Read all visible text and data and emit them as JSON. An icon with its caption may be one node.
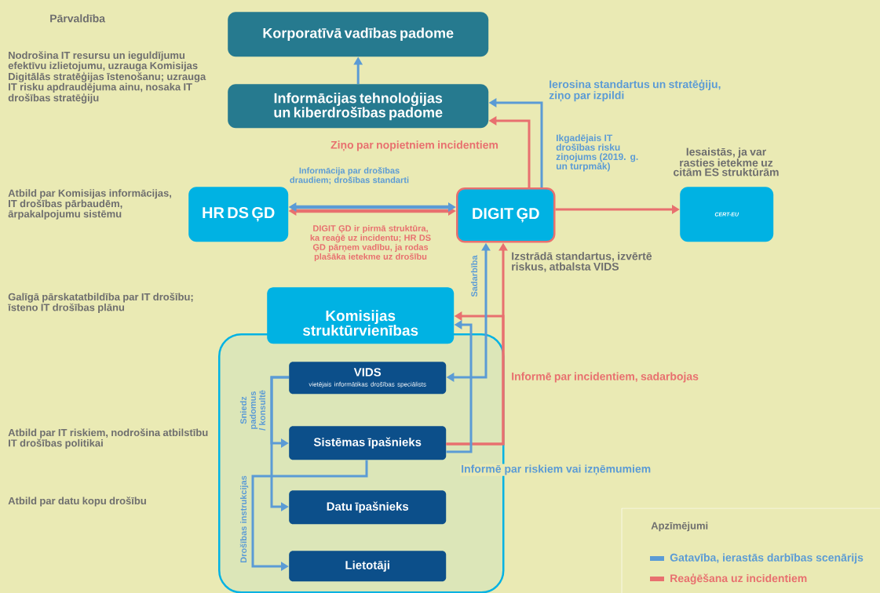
{
  "diagram": {
    "nodes": [
      {
        "text": [
          "Korporatīvā vadības padome"
        ]
      },
      {
        "text": [
          "Informācijas tehnoloģijas un kiberdrošības padome"
        ]
      },
      {
        "text": [
          "HR DS ĢD"
        ]
      },
      {
        "text": [
          "DIGIT ĢD"
        ]
      },
      {
        "text": [
          "CERT-EU"
        ],
        "beside": [
          "Iesaistās, ja var rasties ietekme uz citām ES struktūrām"
        ]
      },
      {
        "text": [
          "Komisijas struktūrvienības"
        ]
      },
      {
        "text": [],
        "shape": "box"
      },
      {
        "text": [
          "VIDS",
          "vietējais informātikas drošības speciālists"
        ],
        "in": 6
      },
      {
        "text": [
          "Sistēmas īpašnieks"
        ],
        "in": 6
      },
      {
        "text": [
          "Datu īpašnieks"
        ],
        "in": 6
      },
      {
        "text": [
          "Lietotāji"
        ],
        "in": 6
      }
    ],
    "edges": [
      {
        "from": 1,
        "to": 0,
        "arrow": "to"
      },
      {
        "from": 3,
        "to": 1,
        "arrow": "to",
        "label": "Ierosina standartus un stratēģiju, ziņo par izpildi"
      },
      {
        "from": 3,
        "to": 1,
        "arrow": "to",
        "label": "Ziņo par nopietniem incidentiem",
        "color": "#e8706f"
      },
      {
        "from": 2,
        "to": 3,
        "arrow": "both",
        "label": "Informācija par drošības draudiem; drošības standarti"
      },
      {
        "from": 2,
        "to": 3,
        "arrow": "both",
        "label": "DIGIT ĢD ir pirmā struktūra, ka reaģē uz incidentu; HR DS ĢD pārņem vadību, ja rodas plašāka ietekme uz drošību",
        "color": "#e8706f"
      },
      {
        "from": 3,
        "to": 4,
        "arrow": "to",
        "color": "#e8706f"
      },
      {
        "from": 8,
        "to": 3,
        "arrow": "to",
        "label": "Informē par incidentiem, sadarbojas",
        "color": "#e8706f"
      },
      {
        "from": 8,
        "to": 5,
        "arrow": "to",
        "color": "#e8706f"
      },
      {
        "from": 7,
        "to": 3,
        "arrow": "both",
        "label": "Sadarbība"
      },
      {
        "from": 8,
        "to": 5,
        "arrow": "to",
        "label": "Informē par riskiem vai izņēmumiem"
      },
      {
        "from": 7,
        "to": 8,
        "arrow": "to",
        "label": "Sniedz padomus / konsultē"
      },
      {
        "from": 7,
        "to": 9,
        "arrow": "to"
      },
      {
        "from": 8,
        "to": 10,
        "arrow": "to",
        "label": "Drošības instrukcijas"
      }
    ],
    "labels": [
      "Pārvaldība",
      "Nodrošina IT resursu un ieguldījumu efektīvu izlietojumu, uzrauga Komisijas Digitālās stratēģijas īstenošanu; uzrauga IT risku apdraudējuma ainu, nosaka IT drošības stratēģiju",
      "Ikgadējais IT drošības risku ziņojums (2019. g. un turpmāk)",
      "Atbild par Komisijas informācijas, IT drošības pārbaudēm, ārpakalpojumu sistēmu",
      "Izstrādā standartus, izvērtē riskus, atbalsta VIDS",
      "Galīgā pārskatatbildība par IT drošību; īsteno IT drošības plānu",
      "Atbild par IT riskiem, nodrošina atbilstību IT drošības politikai",
      "Atbild par datu kopu drošību",
      "Apzīmējumi"
    ],
    "legend": [
      {
        "text": "Gatavība, ierastās darbības scenārijs",
        "color": "#5b9bd5"
      },
      {
        "text": "Reaģēšana uz incidentiem",
        "color": "#e8706f"
      }
    ]
  }
}
